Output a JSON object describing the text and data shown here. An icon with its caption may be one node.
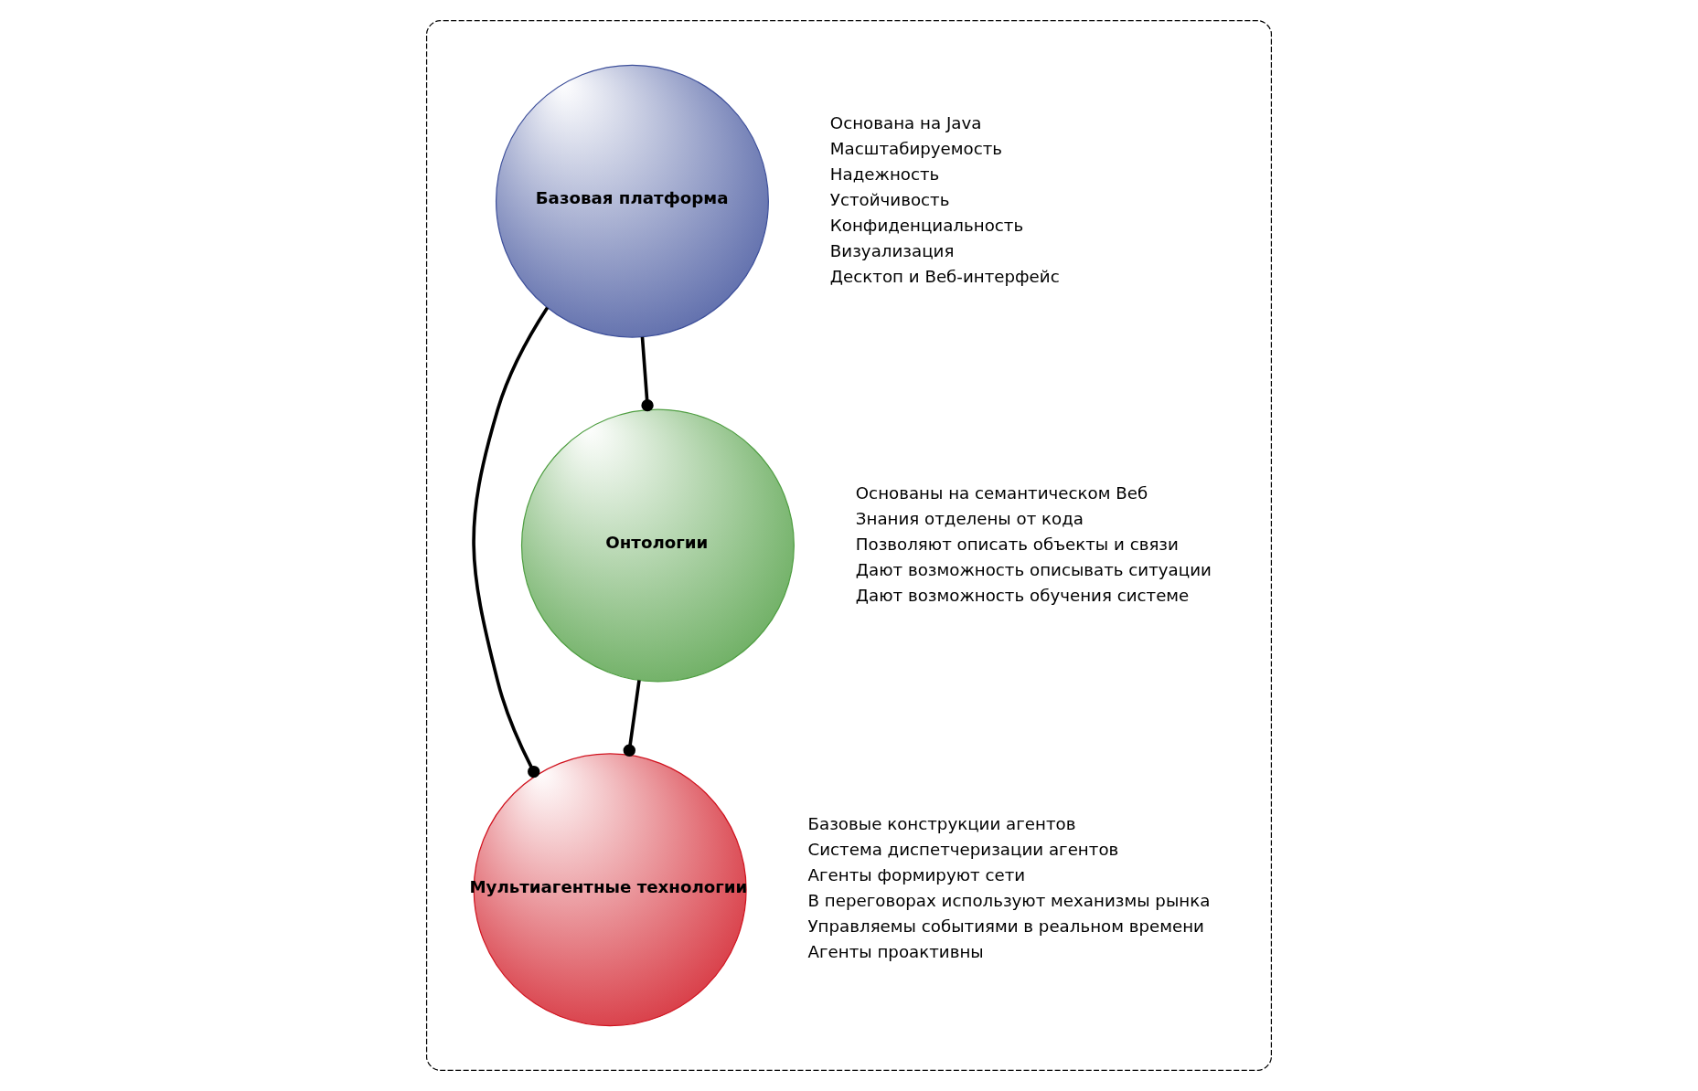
{
  "diagram": {
    "nodes": [
      {
        "text": [],
        "shape": "ellipse"
      },
      {
        "text": [
          "Мультиагентные технологии"
        ],
        "in": 0,
        "beside": [
          "Базовые конструкции агентов",
          "Система диспетчеризации агентов",
          "Агенты формируют сети",
          "В переговорах используют механизмы рынка",
          "Управляемы событиями в реальном времени",
          "Агенты проактивны"
        ]
      },
      {
        "text": [
          "Онтологии"
        ],
        "in": 0,
        "beside": [
          "Основаны на семантическом Веб",
          "Знания отделены от кода",
          "Позволяют описать объекты и связи",
          "Дают возможность описывать ситуации",
          "Дают возможность обучения системе"
        ]
      },
      {
        "text": [
          "Базовая платформа"
        ],
        "in": 0,
        "beside": [
          "Основана на Java",
          "Масштабируемость",
          "Надежность",
          "Устойчивость",
          "Конфиденциальность",
          "Визуализация",
          "Десктоп и Веб-интерфейс"
        ]
      }
    ],
    "edges": [
      {
        "from": 2,
        "to": 1,
        "arrow": "other"
      },
      {
        "from": 3,
        "to": 2,
        "arrow": "other"
      },
      {
        "from": 3,
        "to": 1,
        "arrow": "other"
      }
    ]
  }
}
